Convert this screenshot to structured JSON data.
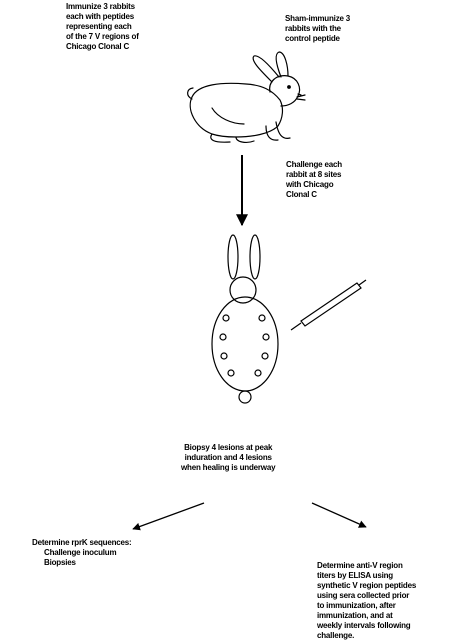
{
  "text_blocks": {
    "immunize": [
      "Immunize 3 rabbits",
      "each with peptides",
      "representing each",
      "of the 7 V regions of",
      "Chicago Clonal C"
    ],
    "sham": [
      "Sham-immunize 3",
      "rabbits with the",
      "control peptide"
    ],
    "challenge": [
      "Challenge each",
      "rabbit at 8 sites",
      "with Chicago",
      "Clonal C"
    ],
    "biopsy": [
      "Biopsy 4 lesions at peak",
      "induration and 4 lesions",
      "when healing is underway"
    ],
    "determine_rprk": [
      "Determine rprK sequences:",
      "Challenge inoculum",
      "Biopsies"
    ],
    "determine_antiv": [
      "Determine anti-V region",
      "titers by ELISA using",
      "synthetic V region peptides",
      "using sera collected prior",
      "to immunization, after",
      "immunization, and at",
      "weekly intervals following",
      "challenge."
    ]
  },
  "colors": {
    "ink": "#000000",
    "background": "#ffffff"
  },
  "icons": [
    "rabbit-drawing-icon",
    "rabbit-back-icon",
    "syringe-icon"
  ]
}
